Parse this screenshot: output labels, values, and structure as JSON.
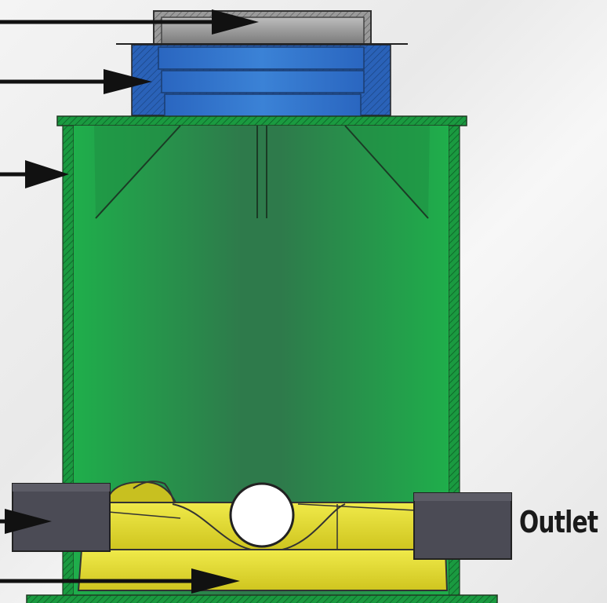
{
  "diagram": {
    "labels": {
      "outlet": "Outlet"
    },
    "colors": {
      "body_green": "#22a84a",
      "body_green_dark": "#2d7f4a",
      "ring_blue": "#2f6fc8",
      "cap_gray": "#8c8c8c",
      "flap_yellow": "#e8e234",
      "pipe_dark": "#4a4a52",
      "ball_white": "#ffffff",
      "arrow_black": "#111111"
    },
    "components": [
      "cap",
      "adjustment-rings",
      "chamber-body",
      "inlet-pipe",
      "outlet-pipe",
      "float-ball",
      "flap-valve",
      "base"
    ]
  }
}
